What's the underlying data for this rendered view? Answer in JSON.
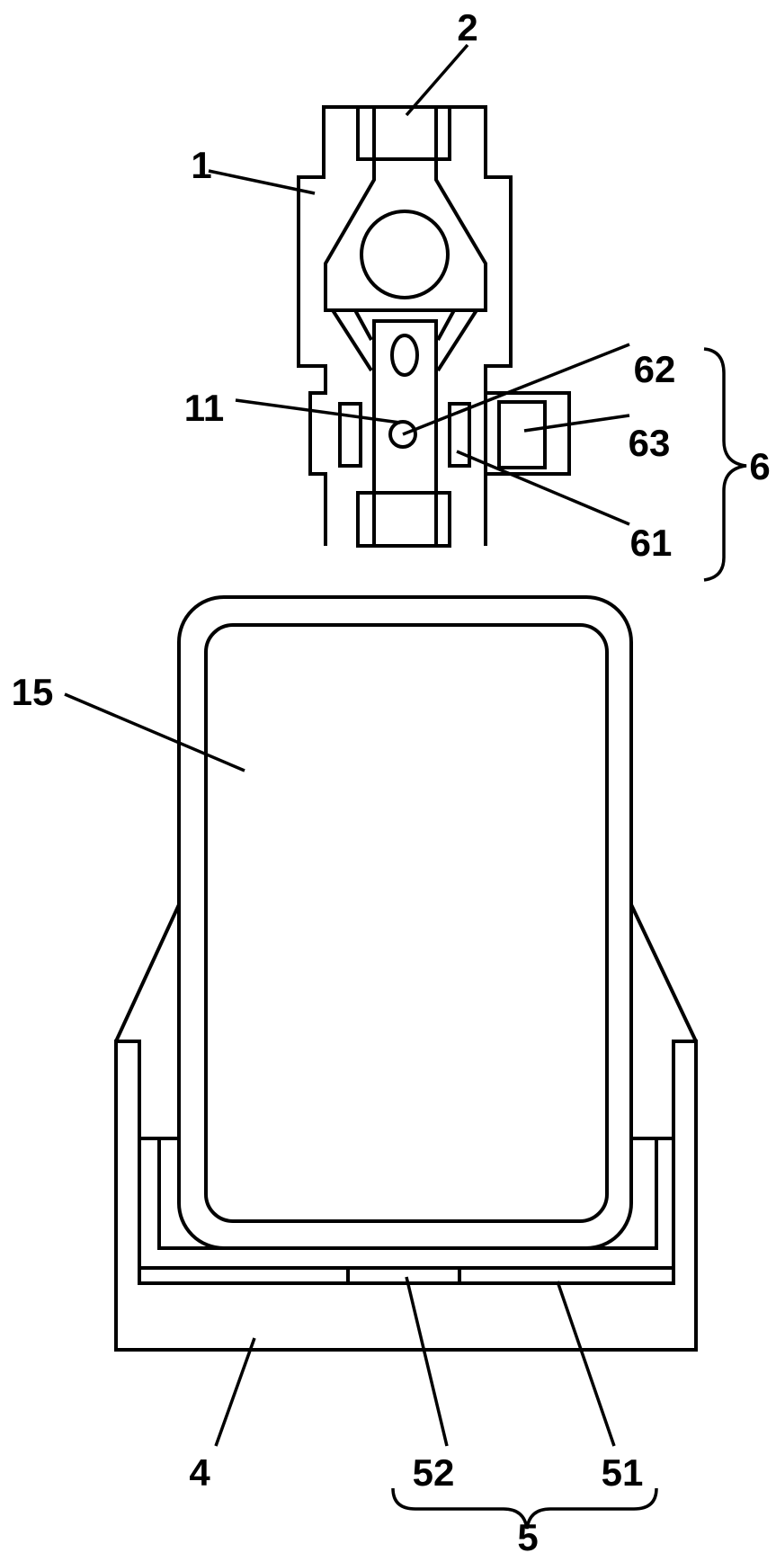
{
  "labels": {
    "l1": "1",
    "l2": "2",
    "l11": "11",
    "l15": "15",
    "l4": "4",
    "l5": "5",
    "l51": "51",
    "l52": "52",
    "l6": "6",
    "l61": "61",
    "l62": "62",
    "l63": "63"
  }
}
